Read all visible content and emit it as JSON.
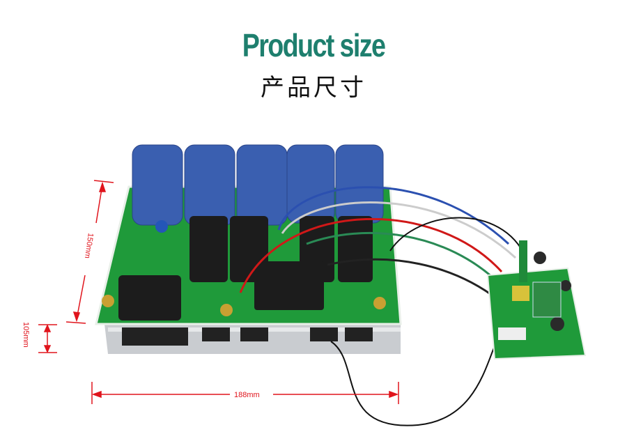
{
  "header": {
    "title": "Product size",
    "subtitle": "产品尺寸"
  },
  "dimensions": {
    "depth": "150mm",
    "height": "105mm",
    "width": "188mm"
  },
  "colors": {
    "title": "#1e7f6e",
    "dimension_lines": "#e0141c",
    "pcb": "#1f9a3a",
    "relay": "#3a5fb0"
  }
}
